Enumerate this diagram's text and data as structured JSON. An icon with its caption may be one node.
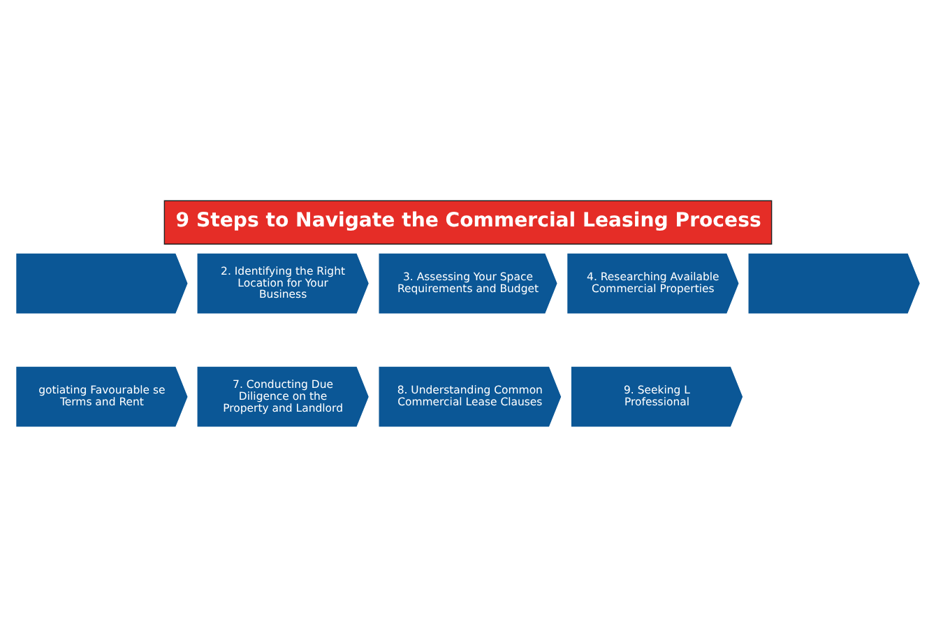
{
  "diagram": {
    "title": "9 Steps to Navigate the Commercial Leasing Process",
    "nodes": [
      {
        "text": [],
        "shape": "chevron"
      },
      {
        "text": [
          "2. Identifying the Right Location for Your Business"
        ]
      },
      {
        "text": [
          "3. Assessing Your Space Requirements and Budget"
        ]
      },
      {
        "text": [
          "4. Researching Available Commercial Properties"
        ]
      },
      {
        "text": [],
        "shape": "chevron"
      },
      {
        "text": [
          "gotiating Favourable se Terms and Rent"
        ]
      },
      {
        "text": [
          "7. Conducting Due Diligence on the Property and Landlord"
        ]
      },
      {
        "text": [
          "8. Understanding Common Commercial Lease Clauses"
        ]
      },
      {
        "text": [
          "9. Seeking L Professional"
        ]
      }
    ],
    "edges": []
  }
}
